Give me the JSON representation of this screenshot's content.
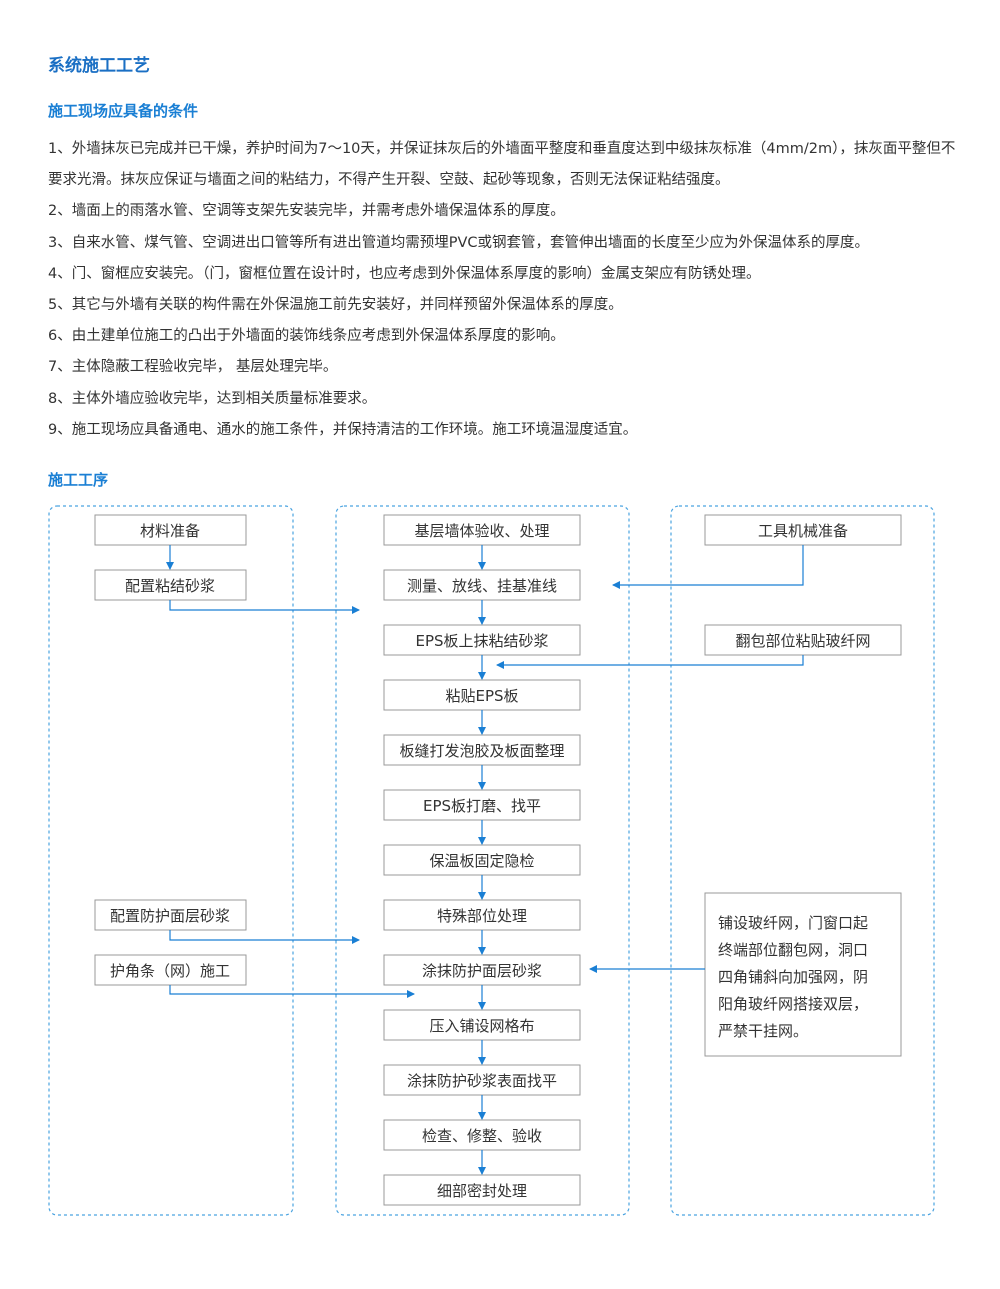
{
  "title": "系统施工工艺",
  "section1": {
    "heading": "施工现场应具备的条件",
    "items": [
      "1、外墙抹灰已完成并已干燥，养护时间为7～10天，并保证抹灰后的外墙面平整度和垂直度达到中级抹灰标准（4mm/2m），抹灰面平整但不要求光滑。抹灰应保证与墙面之间的粘结力，不得产生开裂、空鼓、起砂等现象，否则无法保证粘结强度。",
      "2、墙面上的雨落水管、空调等支架先安装完毕，并需考虑外墙保温体系的厚度。",
      "3、自来水管、煤气管、空调进出口管等所有进出管道均需预埋PVC或钢套管，套管伸出墙面的长度至少应为外保温体系的厚度。",
      "4、门、窗框应安装完。（门，窗框位置在设计时，也应考虑到外保温体系厚度的影响）金属支架应有防锈处理。",
      "5、其它与外墙有关联的构件需在外保温施工前先安装好，并同样预留外保温体系的厚度。",
      "6、由土建单位施工的凸出于外墙面的装饰线条应考虑到外保温体系厚度的影响。",
      "7、主体隐蔽工程验收完毕， 基层处理完毕。",
      "8、主体外墙应验收完毕，达到相关质量标准要求。",
      "9、施工现场应具备通电、通水的施工条件，并保持清洁的工作环境。施工环境温湿度适宜。"
    ]
  },
  "section2": {
    "heading": "施工工序",
    "left": [
      "材料准备",
      "配置粘结砂浆",
      "配置防护面层砂浆",
      "护角条（网）施工"
    ],
    "main": [
      "基层墙体验收、处理",
      "测量、放线、挂基准线",
      "EPS板上抹粘结砂浆",
      "粘贴EPS板",
      "板缝打发泡胶及板面整理",
      "EPS板打磨、找平",
      "保温板固定隐检",
      "特殊部位处理",
      "涂抹防护面层砂浆",
      "压入铺设网格布",
      "涂抹防护砂浆表面找平",
      "检查、修整、验收",
      "细部密封处理"
    ],
    "right": [
      "工具机械准备",
      "翻包部位粘贴玻纤网"
    ],
    "note": [
      "铺设玻纤网，门窗口起",
      "终端部位翻包网，洞口",
      "四角铺斜向加强网，阴",
      "阳角玻纤网搭接双层，",
      "严禁干挂网。"
    ]
  },
  "colors": {
    "accent": "#1a7fd4",
    "title": "#1a6fc4",
    "box_border": "#999999",
    "dashed": "#4aa3e0"
  }
}
